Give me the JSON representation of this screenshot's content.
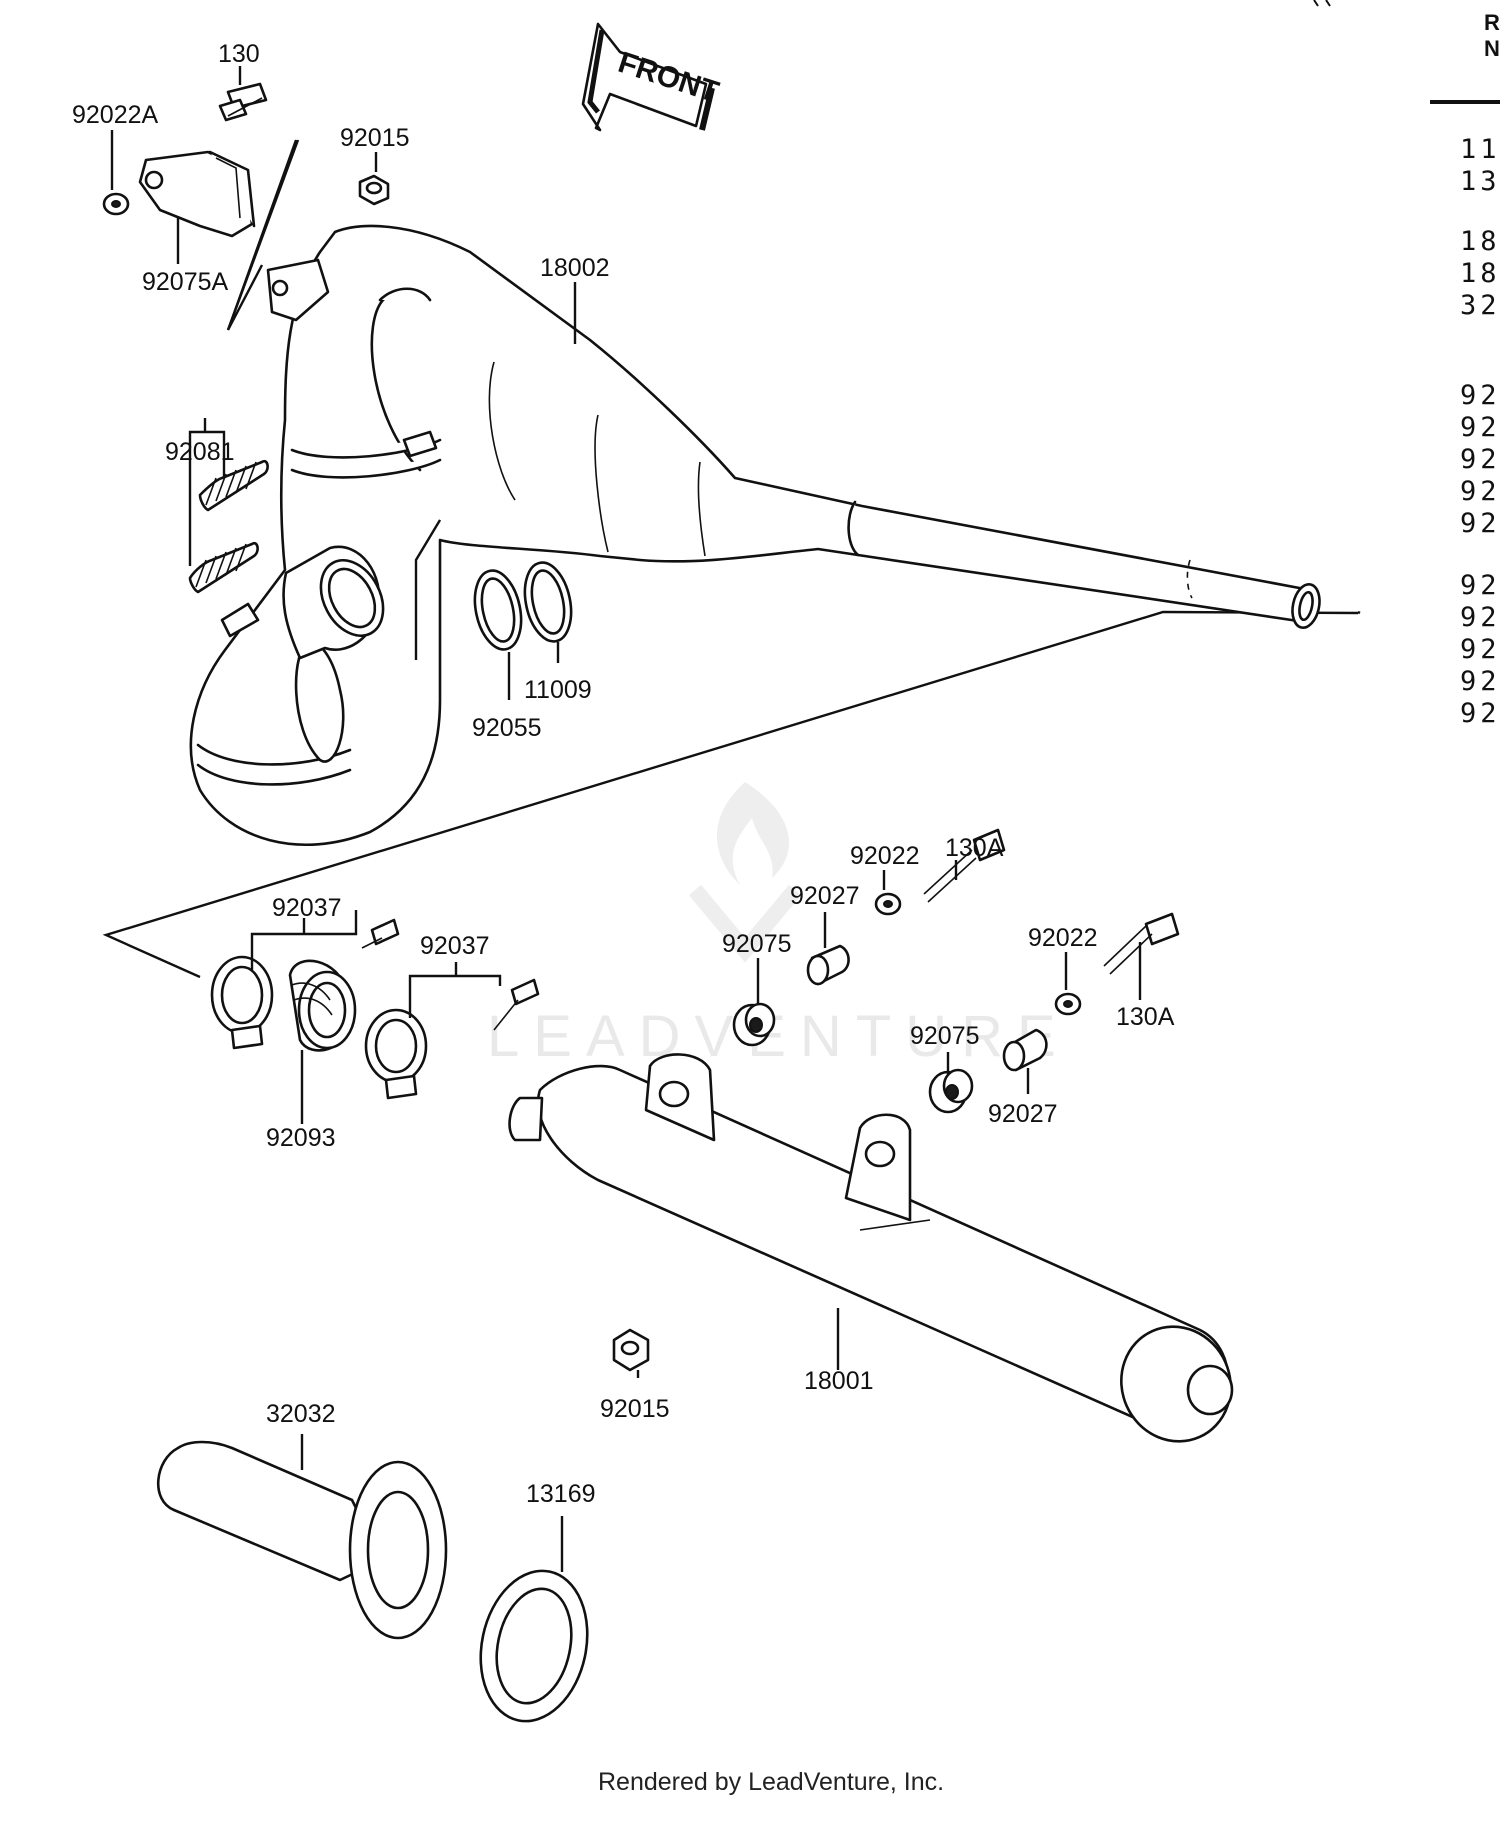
{
  "front_arrow": {
    "label": "FRONT"
  },
  "watermark": {
    "text": "LEADVENTURE"
  },
  "footer": {
    "text": "Rendered by LeadVenture, Inc."
  },
  "legend": {
    "header_line1": "R",
    "header_line2": "N",
    "rows": [
      "11",
      "13",
      "18",
      "18",
      "32",
      "92",
      "92",
      "92",
      "92",
      "92",
      "92",
      "92",
      "92",
      "92",
      "92"
    ]
  },
  "callouts": {
    "c130": "130",
    "c92022A": "92022A",
    "c92015_top": "92015",
    "c92075A": "92075A",
    "c18002": "18002",
    "c92081": "92081",
    "c92055": "92055",
    "c11009": "11009",
    "c92037_left": "92037",
    "c92037_right": "92037",
    "c92093": "92093",
    "c130A_top": "130A",
    "c92022_top": "92022",
    "c92027_top": "92027",
    "c92075_top": "92075",
    "c92022_right": "92022",
    "c130A_right": "130A",
    "c92075_mid": "92075",
    "c92027_mid": "92027",
    "c18001": "18001",
    "c92015_bottom": "92015",
    "c32032": "32032",
    "c13169": "13169"
  }
}
